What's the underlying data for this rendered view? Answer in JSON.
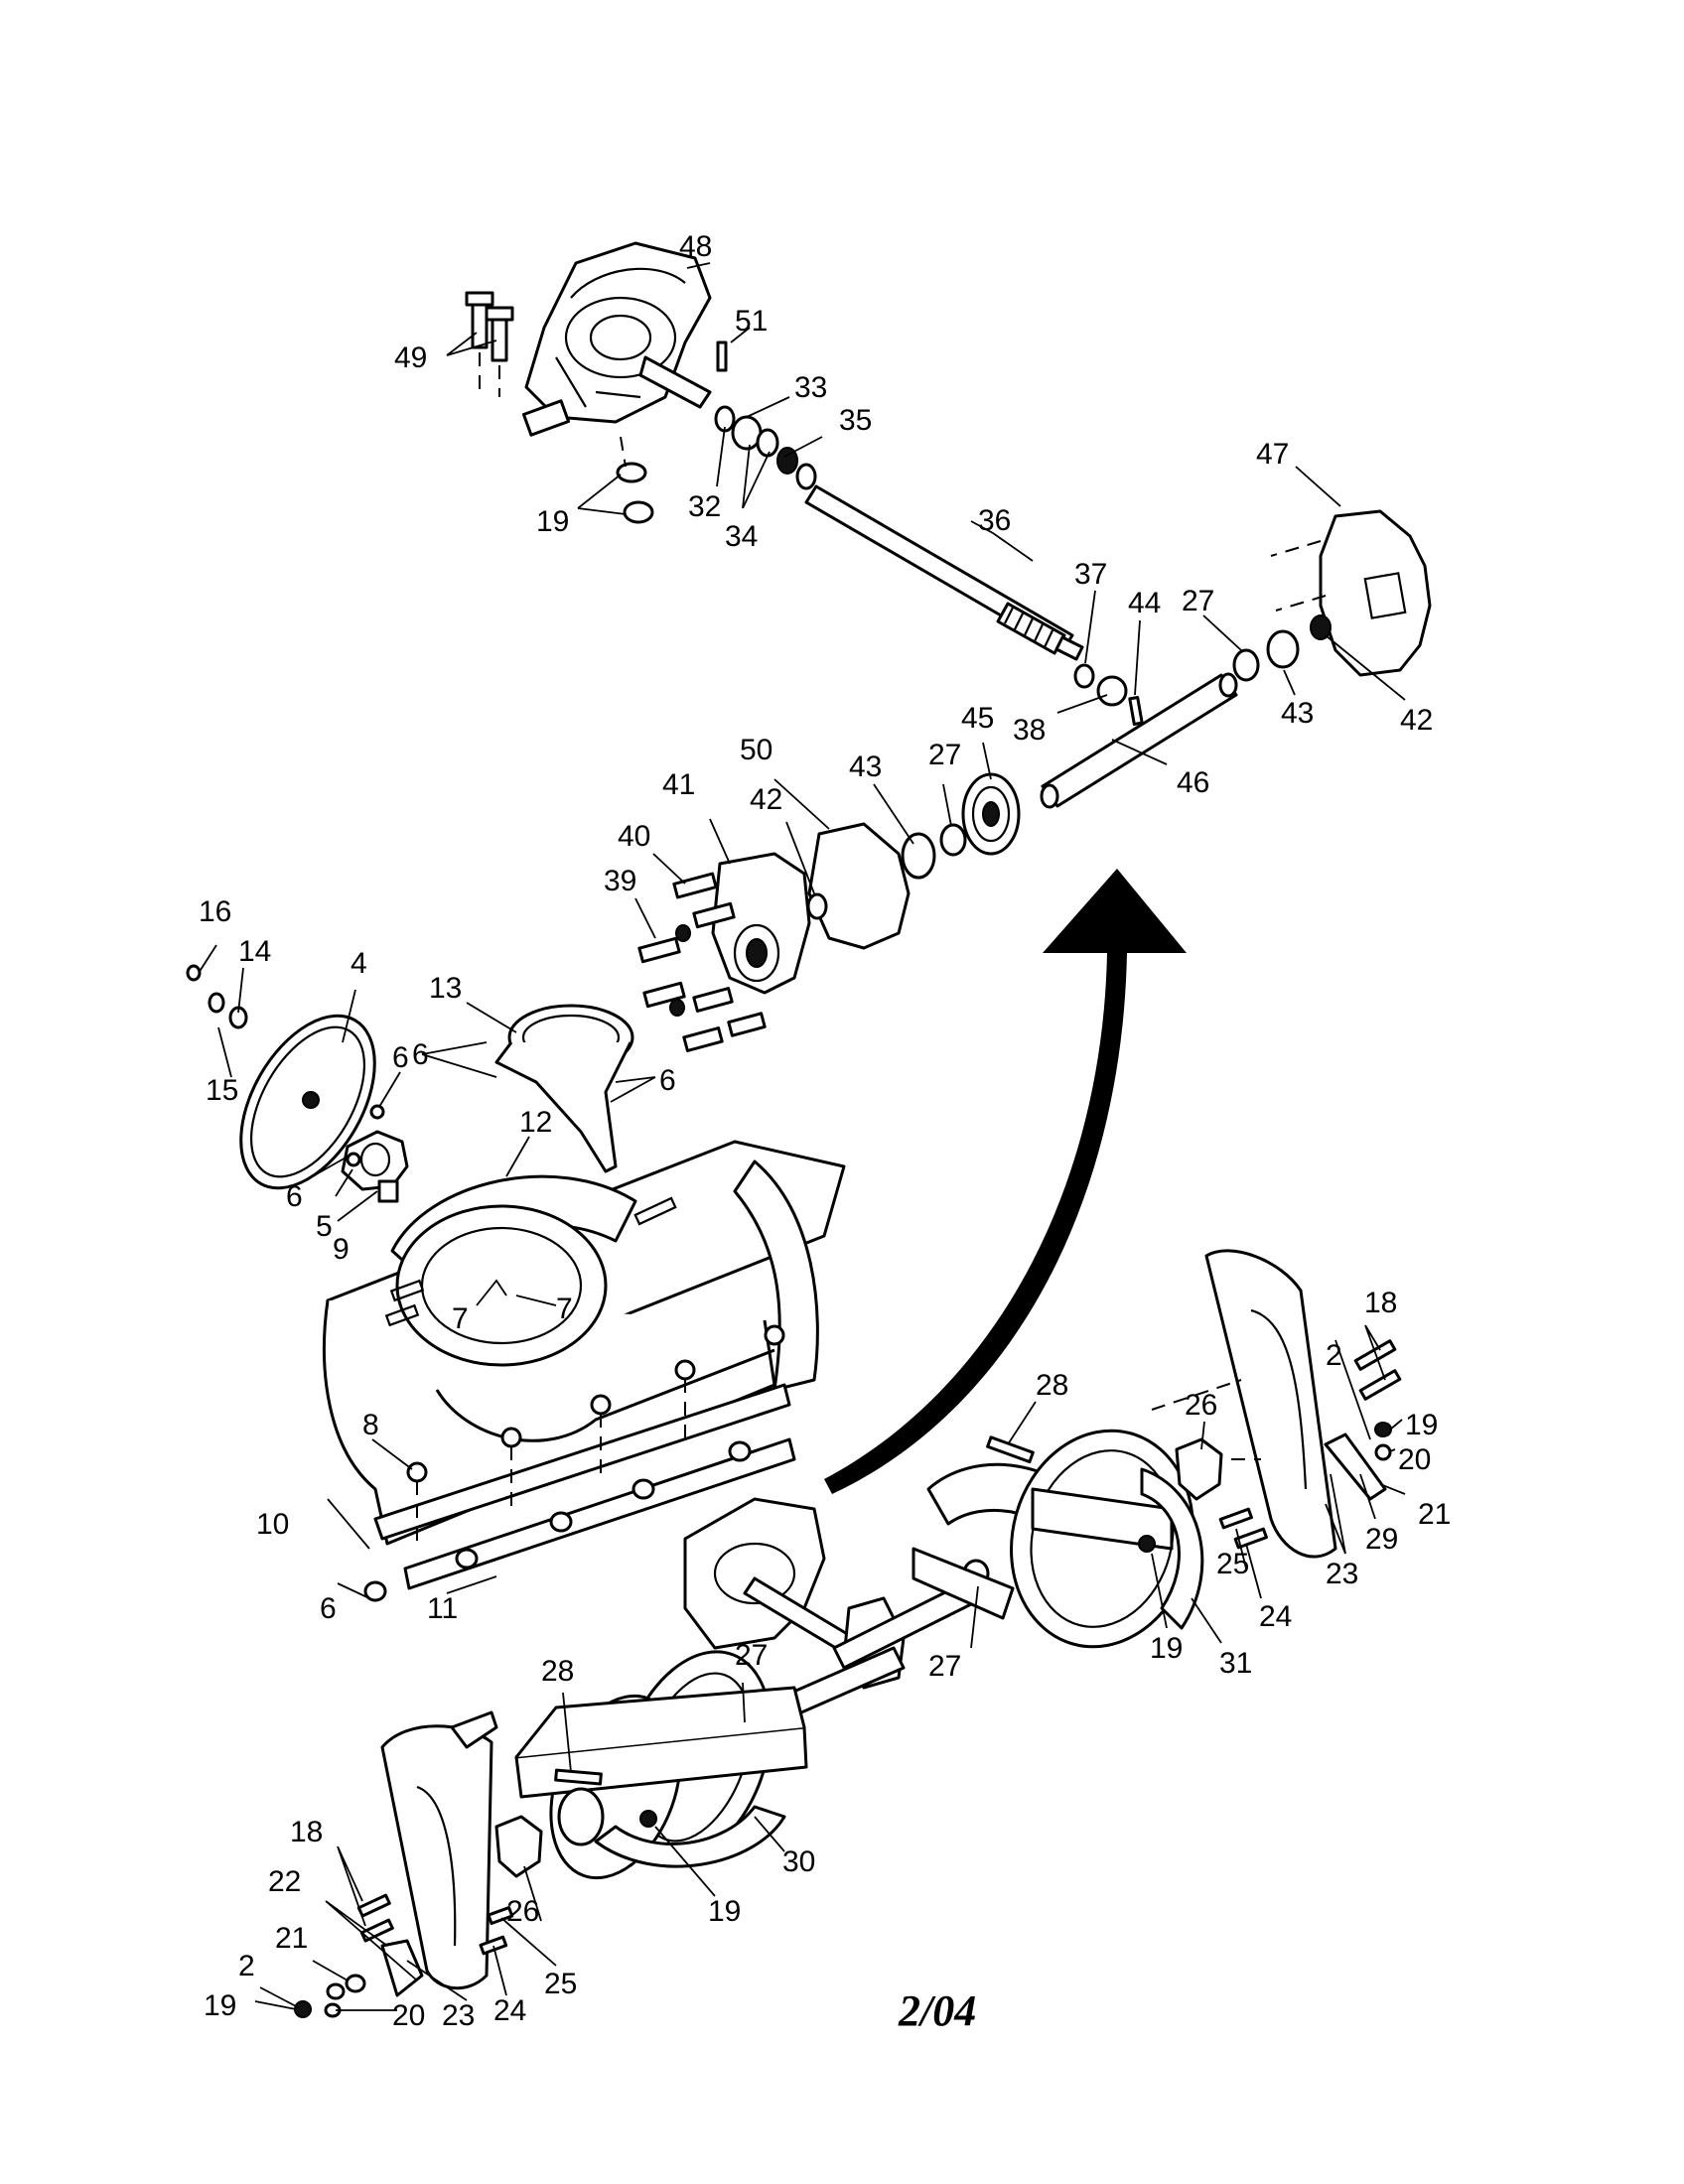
{
  "footer": {
    "date": "2/04"
  },
  "callouts": [
    "48",
    "49",
    "51",
    "33",
    "35",
    "19",
    "32",
    "34",
    "36",
    "47",
    "37",
    "44",
    "27",
    "43",
    "42",
    "38",
    "46",
    "50",
    "45",
    "43",
    "27",
    "41",
    "42",
    "40",
    "39",
    "16",
    "14",
    "4",
    "13",
    "6",
    "15",
    "6",
    "6",
    "12",
    "6",
    "5",
    "9",
    "7",
    "7",
    "18",
    "2",
    "19",
    "20",
    "28",
    "26",
    "21",
    "29",
    "23",
    "8",
    "10",
    "6",
    "11",
    "25",
    "24",
    "19",
    "31",
    "27",
    "27",
    "28",
    "30",
    "18",
    "22",
    "26",
    "21",
    "25",
    "2",
    "19",
    "20",
    "23",
    "24",
    "19"
  ],
  "icons": {
    "arrow": "curved-arrow-icon"
  }
}
